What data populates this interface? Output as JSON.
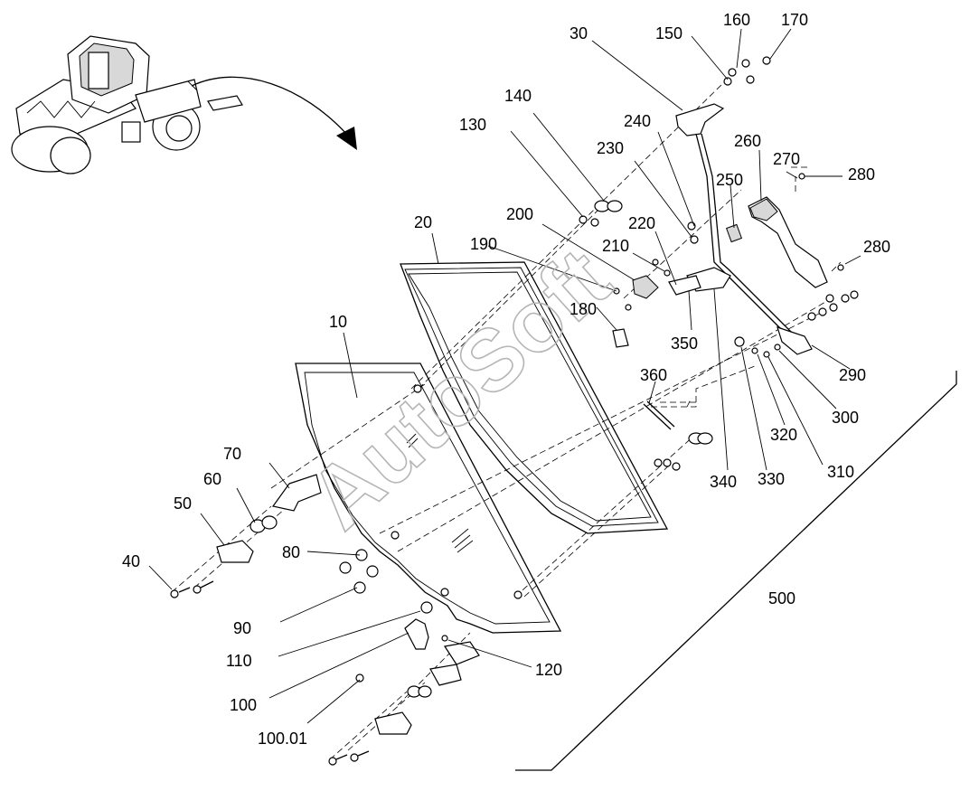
{
  "watermark": "AutoSoft",
  "labels": {
    "l10": "10",
    "l20": "20",
    "l30": "30",
    "l40": "40",
    "l50": "50",
    "l60": "60",
    "l70": "70",
    "l80": "80",
    "l90": "90",
    "l100": "100",
    "l100_01": "100.01",
    "l110": "110",
    "l120": "120",
    "l130": "130",
    "l140": "140",
    "l150": "150",
    "l160": "160",
    "l170": "170",
    "l180": "180",
    "l190": "190",
    "l200": "200",
    "l210": "210",
    "l220": "220",
    "l230": "230",
    "l240": "240",
    "l250": "250",
    "l260": "260",
    "l270": "270",
    "l280a": "280",
    "l280b": "280",
    "l290": "290",
    "l300": "300",
    "l310": "310",
    "l320": "320",
    "l330": "330",
    "l340": "340",
    "l350": "350",
    "l360": "360",
    "l500": "500"
  }
}
